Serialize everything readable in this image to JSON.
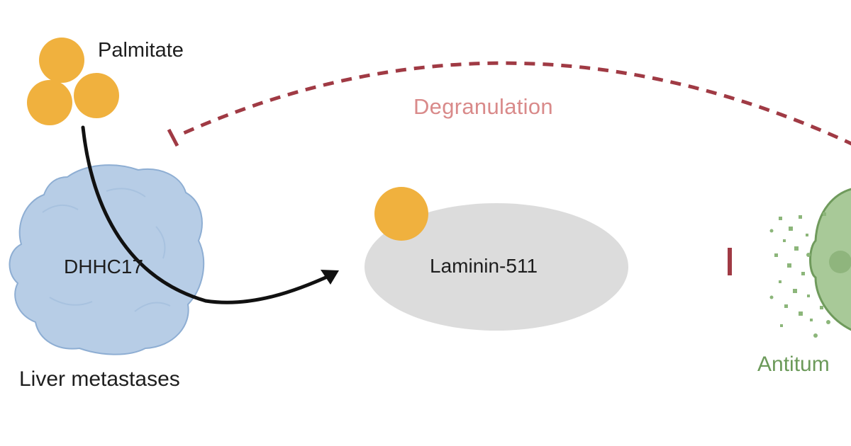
{
  "labels": {
    "palmitate": "Palmitate",
    "degranulation": "Degranulation",
    "dhhc17": "DHHC17",
    "laminin": "Laminin-511",
    "liver_metastases": "Liver metastases",
    "antitumor": "Antitum"
  },
  "colors": {
    "palmitate": "#f0b13e",
    "tumor_fill": "#b7cde6",
    "tumor_stroke": "#8eaed3",
    "laminin": "#dcdcdc",
    "inhibition": "#a03a44",
    "degranulation_text": "#d98a8a",
    "immune_cell": "#7fa86a",
    "arrow": "#111111"
  }
}
